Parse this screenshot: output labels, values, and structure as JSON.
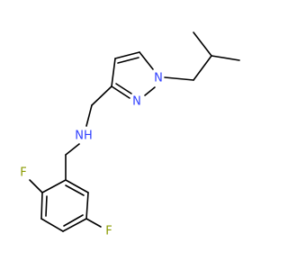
{
  "molecule": {
    "atoms": {
      "n_pyrazole_1": "N",
      "n_pyrazole_2": "N",
      "n_amine": "NH",
      "f_ortho": "F",
      "f_meta": "F"
    },
    "colors": {
      "bond": "#000000",
      "nitrogen": "#3040ff",
      "fluorine": "#8a9a00",
      "background": "#ffffff"
    }
  }
}
